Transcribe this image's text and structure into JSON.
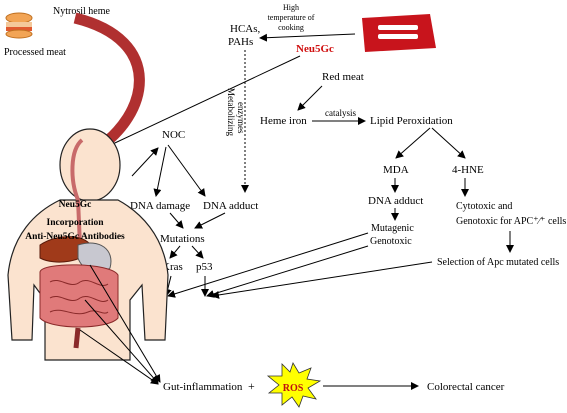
{
  "labels": {
    "processed_meat": "Processed meat",
    "nytrosil_heme": "Nytrosil heme",
    "high_temp_line1": "High",
    "high_temp_line2": "temperature of",
    "high_temp_line3": "cooking",
    "hcas": "HCAs,",
    "pahs": "PAHs",
    "neu5gc_red": "Neu5Gc",
    "red_meat": "Red meat",
    "heme_iron": "Heme iron",
    "catalysis": "catalysis",
    "lipid_peroxidation": "Lipid Peroxidation",
    "metabolizing_line1": "Metabolizing",
    "metabolizing_line2": "enzymes",
    "noc": "NOC",
    "neu5gc_body": "Neu5Gc",
    "incorporation": "Incorporation",
    "anti_neu5gc": "Anti-Neu5Gc Antibodies",
    "dna_damage": "DNA damage",
    "dna_adduct_left": "DNA adduct",
    "mutations": "Mutations",
    "kras": "Kras",
    "p53": "p53",
    "mda": "MDA",
    "hne": "4-HNE",
    "dna_adduct_right": "DNA adduct",
    "mutagenic": "Mutagenic",
    "genotoxic": "Genotoxic",
    "cytotoxic_line1": "Cytotoxic  and",
    "cytotoxic_line2": "Genotoxic  for APC⁺⁄⁺ cells",
    "selection_apc": "Selection of Apc mutated cells",
    "gut_inflammation": "Gut-inflammation",
    "plus": "+",
    "ros": "ROS",
    "colorectal_cancer": "Colorectal cancer"
  },
  "colors": {
    "neu5gc_red": "#d01010",
    "steak_red": "#c8141c",
    "ros_fill": "#ffff00",
    "ros_text": "#c01010",
    "big_arrow": "#b03030"
  }
}
